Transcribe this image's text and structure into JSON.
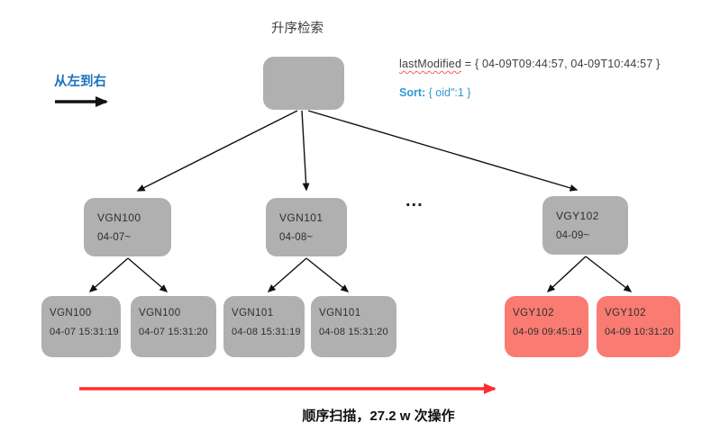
{
  "title": "升序检索",
  "legend": {
    "direction_label": "从左到右"
  },
  "query": {
    "field": "lastModified",
    "rest": " = { 04-09T09:44:57, 04-09T10:44:57 }",
    "sort_label": "Sort:",
    "sort_value": " { oid\":1 }"
  },
  "ellipsis": "...",
  "tree": {
    "mid_nodes": [
      {
        "title": "VGN100",
        "subtitle": "04-07~"
      },
      {
        "title": "VGN101",
        "subtitle": "04-08~"
      },
      {
        "title": "VGY102",
        "subtitle": "04-09~"
      }
    ],
    "leaf_nodes": [
      {
        "title": "VGN100",
        "subtitle": "04-07 15:31:19",
        "highlight": false
      },
      {
        "title": "VGN100",
        "subtitle": "04-07 15:31:20",
        "highlight": false
      },
      {
        "title": "VGN101",
        "subtitle": "04-08 15:31:19",
        "highlight": false
      },
      {
        "title": "VGN101",
        "subtitle": "04-08 15:31:20",
        "highlight": false
      },
      {
        "title": "VGY102",
        "subtitle": "04-09 09:45:19",
        "highlight": true
      },
      {
        "title": "VGY102",
        "subtitle": "04-09 10:31:20",
        "highlight": true
      }
    ]
  },
  "footer": {
    "caption": "顺序扫描，27.2 w 次操作"
  },
  "colors": {
    "node_gray": "#b0b0b0",
    "node_red": "#f97b72",
    "accent_blue": "#1e72bf",
    "sort_blue": "#2e98d6",
    "arrow_red": "#ff2d2d",
    "arrow_black": "#111111",
    "text_dark": "#3b3b3b"
  }
}
